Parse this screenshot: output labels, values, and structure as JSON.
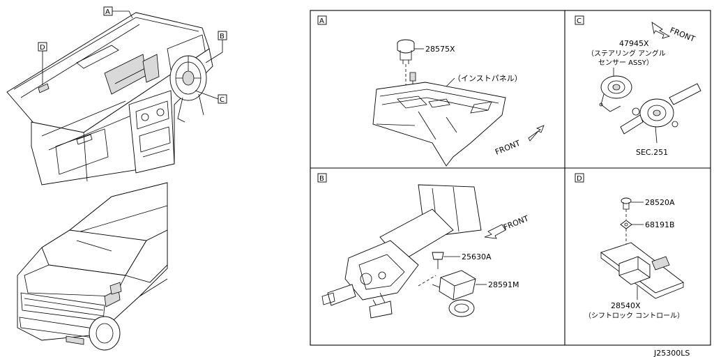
{
  "overview": {
    "tag_a": "A",
    "tag_b": "B",
    "tag_c": "C",
    "tag_d": "D"
  },
  "panel_a": {
    "tag": "A",
    "part_1": "28575X",
    "note": "（インストパネル）",
    "front": "FRONT"
  },
  "panel_b": {
    "tag": "B",
    "part_1": "25630A",
    "part_2": "28591M",
    "front": "FRONT"
  },
  "panel_c": {
    "tag": "C",
    "front": "FRONT",
    "part_1": "47945X",
    "part_1_desc_1": "（ステアリング アングル",
    "part_1_desc_2": "センサー ASSY）",
    "section": "SEC.251"
  },
  "panel_d": {
    "tag": "D",
    "part_1": "28520A",
    "part_2": "68191B",
    "part_3": "28540X",
    "part_3_desc": "（シフトロック コントロール）"
  },
  "diagram_code": "J25300LS"
}
